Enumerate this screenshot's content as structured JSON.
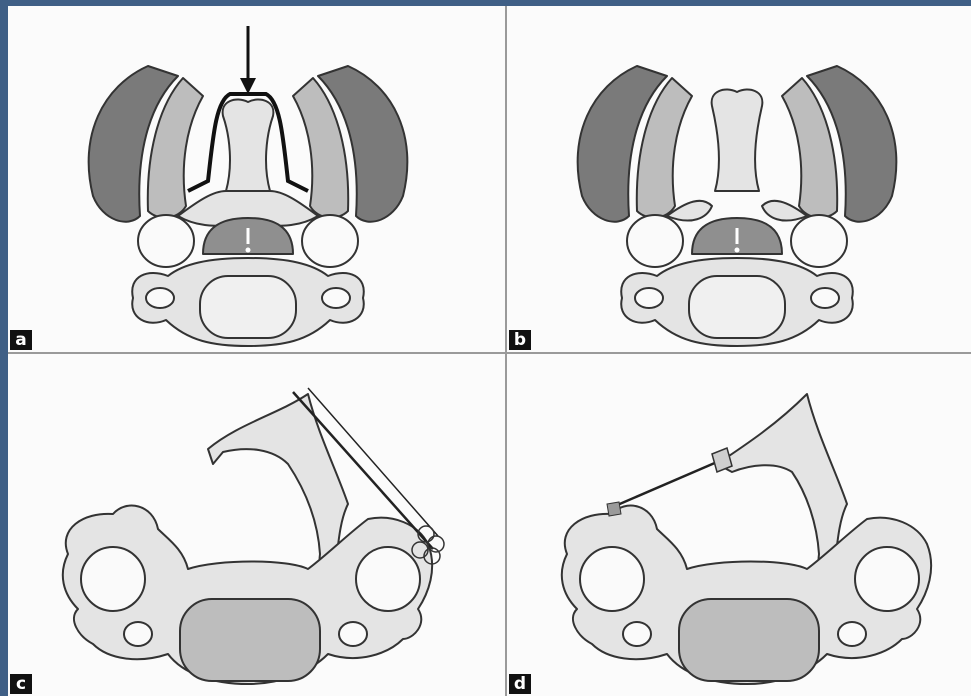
{
  "panels": [
    {
      "id": "a",
      "label": "a"
    },
    {
      "id": "b",
      "label": "b"
    },
    {
      "id": "c",
      "label": "c"
    },
    {
      "id": "d",
      "label": "d"
    }
  ],
  "colors": {
    "frame": "#3f5f86",
    "background": "#fbfbfb",
    "muscle_dark": "#7a7a7a",
    "muscle_light": "#bdbdbd",
    "bone": "#e4e4e4",
    "cord": "#8f8f8f",
    "outline": "#333333"
  }
}
